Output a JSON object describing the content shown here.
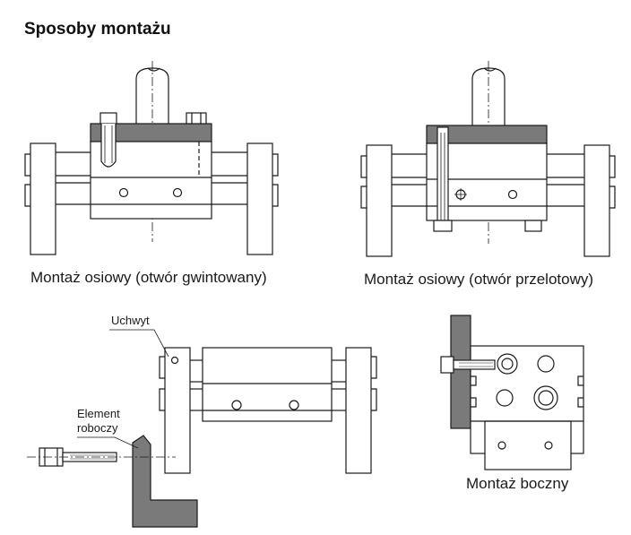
{
  "heading": "Sposoby montażu",
  "captions": {
    "axial_threaded": "Montaż osiowy (otwór gwintowany)",
    "axial_through": "Montaż osiowy (otwór przelotowy)",
    "side": "Montaż boczny"
  },
  "labels": {
    "holder": "Uchwyt",
    "element_line1": "Element",
    "element_line2": "roboczy"
  },
  "colors": {
    "line": "#1a1a1a",
    "plate": "#7a7a7a",
    "fill": "#ffffff"
  }
}
